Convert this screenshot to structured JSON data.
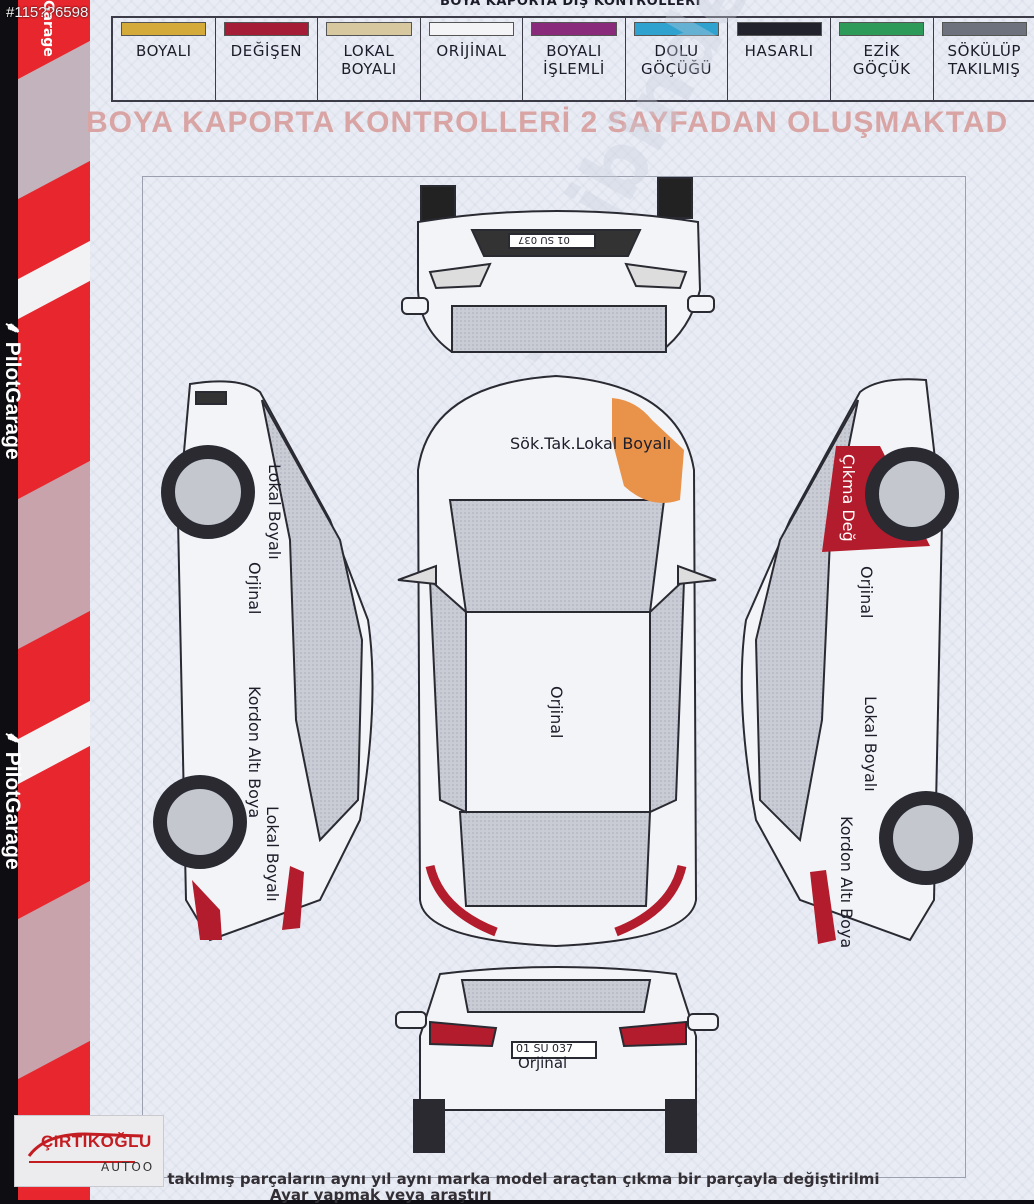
{
  "listing_id": "#115??6598",
  "header": {
    "title": "BOYA KAPORTA DIŞ KONTROLLERİ",
    "subtitle": "BOYA KAPORTA KONTROLLERİ 2 SAYFADAN OLUŞMAKTAD"
  },
  "legend": [
    {
      "label": "BOYALI",
      "color": "#d4aa3a"
    },
    {
      "label": "DEĞİŞEN",
      "color": "#a41c36"
    },
    {
      "label": "LOKAL\nBOYALI",
      "color": "#d8c8a0"
    },
    {
      "label": "ORİJİNAL",
      "color": "#f4f4f6"
    },
    {
      "label": "BOYALI\nİŞLEMLİ",
      "color": "#8a2a7a"
    },
    {
      "label": "DOLU\nGÖÇÜĞÜ",
      "color": "#2fa2d0"
    },
    {
      "label": "HASARLI",
      "color": "#22222c"
    },
    {
      "label": "EZİK\nGÖÇÜK",
      "color": "#2e9a5a"
    },
    {
      "label": "SÖKÜLÜP\nTAKILMIŞ",
      "color": "#6e727c"
    }
  ],
  "brand": {
    "sidebar": "PilotGarage",
    "top": "Garage"
  },
  "car_labels": {
    "hood": "Sök.Tak.Lokal Boyalı",
    "roof": "Orjinal",
    "left_front_door": "Lokal Boyalı",
    "left_rear_door": "Orjinal",
    "left_sill": "Kordon Altı Boya",
    "left_rear_fender": "Lokal Boyalı",
    "right_front_fender": "Çıkma Değ",
    "right_front_door": "Orjinal",
    "right_rear_door": "Lokal Boyalı",
    "right_sill": "Kordon Altı Boya",
    "rear": "Orjinal",
    "plate_front": "01 SU 037",
    "plate_rear": "01 SU 037"
  },
  "footer": {
    "line1": "Sökülmüş takılmış parçaların aynı yıl aynı marka model araçtan çıkma bir parçayla değiştirilmi",
    "line2": "Ayar yapmak veya araştırı"
  },
  "dealer_logo": {
    "name": "ÇIRTIKOĞLU",
    "sub": "AUTOO"
  },
  "watermark": "sahibinden"
}
